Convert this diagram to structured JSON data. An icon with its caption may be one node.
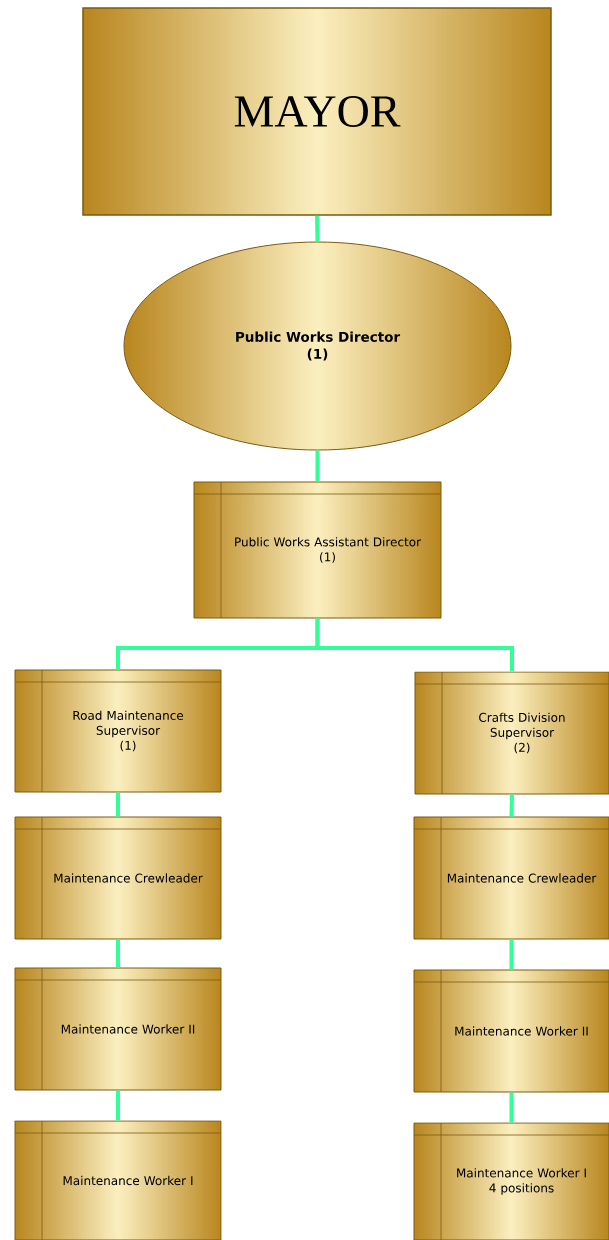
{
  "diagram": {
    "nodes": [
      {
        "text": [
          "MAYOR"
        ]
      },
      {
        "text": [
          "Public Works Director",
          "(1)"
        ]
      },
      {
        "text": [
          "Public Works Assistant Director",
          "(1)"
        ]
      },
      {
        "text": [
          "Road Maintenance Supervisor",
          "(1)"
        ]
      },
      {
        "text": [
          "Maintenance Crewleader"
        ]
      },
      {
        "text": [
          "Maintenance Worker II"
        ]
      },
      {
        "text": [
          "Maintenance Worker I"
        ]
      },
      {
        "text": [
          "Crafts Division Supervisor",
          "(2)"
        ]
      },
      {
        "text": [
          "Maintenance Crewleader"
        ]
      },
      {
        "text": [
          "Maintenance Worker II"
        ]
      },
      {
        "text": [
          "Maintenance Worker I",
          "4 positions"
        ]
      }
    ],
    "edges": [
      {
        "from": 0,
        "to": 1,
        "arrow": "none"
      },
      {
        "from": 1,
        "to": 2,
        "arrow": "none"
      },
      {
        "from": 2,
        "to": 3,
        "arrow": "none"
      },
      {
        "from": 2,
        "to": 7,
        "arrow": "none"
      },
      {
        "from": 3,
        "to": 4,
        "arrow": "none"
      },
      {
        "from": 4,
        "to": 5,
        "arrow": "none"
      },
      {
        "from": 5,
        "to": 6,
        "arrow": "none"
      },
      {
        "from": 7,
        "to": 8,
        "arrow": "none"
      },
      {
        "from": 8,
        "to": 9,
        "arrow": "none"
      },
      {
        "from": 9,
        "to": 10,
        "arrow": "none"
      }
    ]
  }
}
